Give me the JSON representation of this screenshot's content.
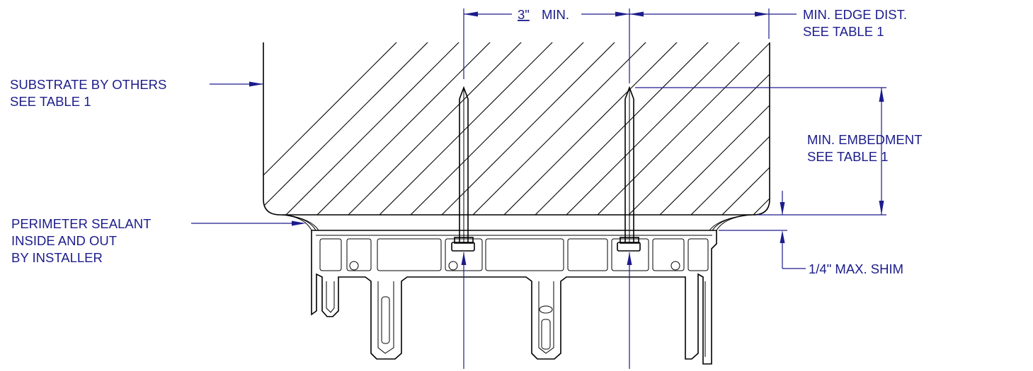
{
  "labels": {
    "substrate_line1": "SUBSTRATE BY OTHERS",
    "substrate_line2": "SEE TABLE 1",
    "sealant_line1": "PERIMETER SEALANT",
    "sealant_line2": "INSIDE AND OUT",
    "sealant_line3": "BY INSTALLER",
    "spacing_value": "3\"",
    "spacing_suffix": "MIN.",
    "edge_line1": "MIN. EDGE DIST.",
    "edge_line2": "SEE TABLE 1",
    "embed_line1": "MIN. EMBEDMENT",
    "embed_line2": "SEE TABLE 1",
    "shim": "1/4\"  MAX. SHIM"
  },
  "colors": {
    "annotation": "#1c1c8c",
    "linework": "#000000"
  }
}
